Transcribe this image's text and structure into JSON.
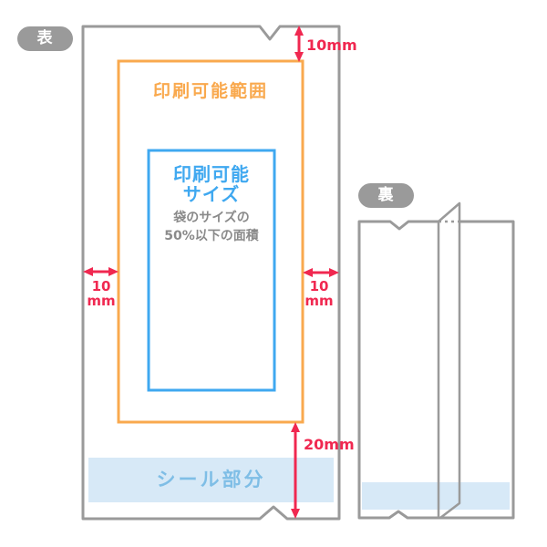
{
  "front": {
    "badge_label": "表",
    "printable_range_label": "印刷可能範囲",
    "printable_size": {
      "title_line1": "印刷可能",
      "title_line2": "サイズ",
      "note_line1": "袋のサイズの",
      "note_line2": "50%以下の面積"
    },
    "seal_label": "シール部分",
    "dimensions": {
      "top_margin": "10mm",
      "left_value": "10",
      "left_unit": "mm",
      "right_value": "10",
      "right_unit": "mm",
      "bottom_margin": "20mm"
    }
  },
  "back": {
    "badge_label": "裏"
  },
  "colors": {
    "bag_outline": "#9A9A9A",
    "badge_background": "#9A9A9A",
    "badge_text": "#FFFFFF",
    "printable_range_orange": "#F9A94E",
    "printable_size_blue": "#3FA8F0",
    "seal_band_fill": "#D7E9F7",
    "seal_band_text": "#7FBEE6",
    "dimension_red": "#F02850",
    "note_text_gray": "#8A8A8A"
  }
}
